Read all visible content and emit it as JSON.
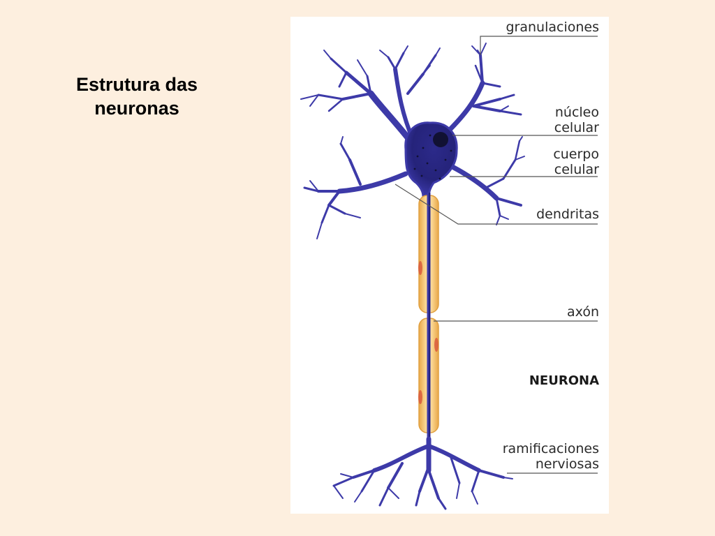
{
  "slide": {
    "title_line1": "Estrutura das",
    "title_line2": "neuronas"
  },
  "diagram": {
    "labels": {
      "granulaciones": "granulaciones",
      "nucleo_line1": "núcleo",
      "nucleo_line2": "celular",
      "cuerpo_line1": "cuerpo",
      "cuerpo_line2": "celular",
      "dendritas": "dendritas",
      "axon": "axón",
      "neurona": "NEURONA",
      "ramificaciones_line1": "ramificaciones",
      "ramificaciones_line2": "nerviosas"
    },
    "colors": {
      "background": "#fdefdf",
      "panel": "#ffffff",
      "neuron_blue": "#3d3aa8",
      "neuron_dark": "#1d1a6e",
      "myelin": "#f6c978",
      "myelin_edge": "#e7a94a",
      "node_red": "#d8553a",
      "leader_line": "#555555"
    }
  }
}
